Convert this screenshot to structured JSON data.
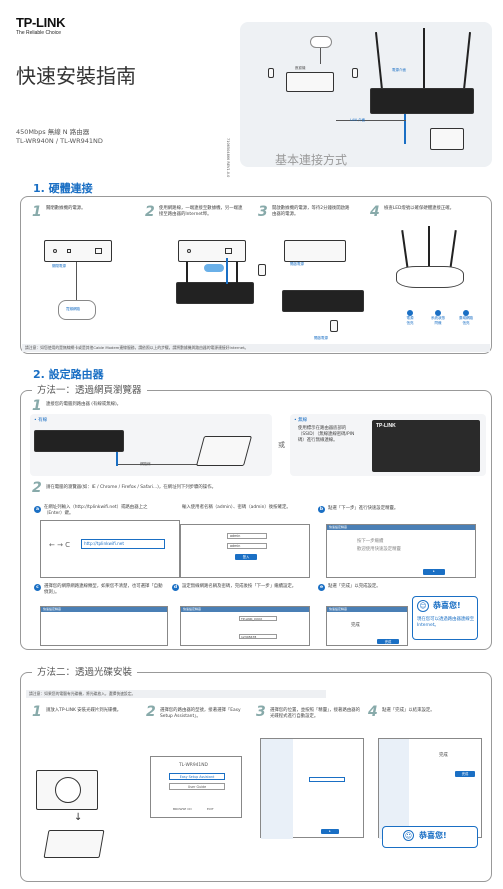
{
  "header": {
    "brand": "TP-LINK",
    "tagline": "The Reliable Choice",
    "title": "快速安裝指南",
    "model_line1": "450Mbps 無線 N 路由器",
    "model_line2": "TL-WR940N / TL-WR941ND",
    "side_code": "7106504866 REV1.0.0",
    "hero_title": "基本連接方式",
    "hero_label_modem": "數據機",
    "hero_label_power": "電源介面",
    "hero_label_lan": "LAN 介面"
  },
  "section1": {
    "title": "1. 硬體連接",
    "steps": [
      {
        "num": "1",
        "text": "關閉數據機的電源。"
      },
      {
        "num": "2",
        "text": "使用網路線，一端連接至數據機，另一端連接至路由器的Internet埠。"
      },
      {
        "num": "3",
        "text": "開啟數據機的電源，等待2分鐘後開啟路由器的電源。"
      },
      {
        "num": "4",
        "text": "檢查LED燈號以確保硬體連接正確。"
      }
    ],
    "labels": {
      "modem_power_off": "關閉電源",
      "internet": "寬頻網路",
      "modem_power_on": "開啟電源",
      "router_power": "開啟電源"
    },
    "leds": [
      {
        "label": "電源",
        "sub": "恆亮"
      },
      {
        "label": "系統狀態",
        "sub": "閃爍"
      },
      {
        "label": "廣域網路",
        "sub": "恆亮"
      }
    ],
    "note": "請注意：如您使用的是無線網卡或是其他Cable Modem連線服務，請依照以上的步驟，請將數據機與路由器的電源連接好Internet。"
  },
  "section2": {
    "title": "2. 設定路由器",
    "method1": {
      "title": "方法一：透過網頁瀏覽器",
      "step1_num": "1",
      "step1_text": "連接您的電腦到路由器 (有線或無線)。",
      "wired": "• 有線",
      "wireless": "• 無線",
      "cable_label": "網路線",
      "or": "或",
      "wireless_desc": "使用標示在路由器底部的（SSID）（無線連線密碼/PIN碼）進行無線連線。",
      "step2_num": "2",
      "step2_text": "請在電腦的瀏覽器(如：IE / Chrome / Firefox / Safari...)，在網址列下列步驟的操作。",
      "a_text": "在網址列輸入（http://tplinkwifi.net）或路由器上之（Enter）鍵。",
      "url": "http://tplinkwifi.net",
      "login_text": "輸入使用者名稱（admin）、密碼（admin）後按確定。",
      "user_value": "admin",
      "pass_value": "admin",
      "login_btn": "登入",
      "b_text": "點選「下一步」進行快速設定精靈。",
      "wizard_title": "快速設定精靈",
      "wizard_line1": "按下一步繼續",
      "wizard_line2": "歡迎使用快速設定精靈",
      "c_text": "選擇您的網際網路連線類型，如果您不清楚，也可選擇「自動偵測」。",
      "d_text": "設定無線網路名稱及密碼，完成後按「下一步」繼續設定。",
      "e_text": "點選「完成」以完成設定。",
      "ssid_value": "TP-LINK_XXXX",
      "pwd_value": "12345678",
      "finish_label": "完成",
      "congrats": "恭喜您!",
      "congrats_text": "現在您可以透過路由器連線至Internet。"
    },
    "method2": {
      "title": "方法二：透過光碟安裝",
      "note": "請注意：如果您的電腦有光碟機，將光碟放入，選擇快速設定。",
      "steps": [
        {
          "num": "1",
          "text": "請放入TP-LINK 安裝光碟片到光碟機。"
        },
        {
          "num": "2",
          "text": "選擇您的路由器的型號，接著選擇「Easy Setup Assistant」。"
        },
        {
          "num": "3",
          "text": "選擇您的位置，並按照「精靈」，接著路由器的光碟程式進行自動設定。"
        },
        {
          "num": "4",
          "text": "點選「完成」以結束設定。"
        }
      ],
      "cd_model": "TL-WR941ND",
      "cd_btn1": "Easy Setup Assistant",
      "cd_btn2": "User Guide",
      "cd_browse": "BROWSE CD",
      "cd_exit": "EXIT",
      "finish_label": "完成",
      "congrats": "恭喜您!"
    }
  },
  "colors": {
    "accent": "#1a6fc4",
    "title_gray": "#333333",
    "panel": "#eef1f4"
  }
}
